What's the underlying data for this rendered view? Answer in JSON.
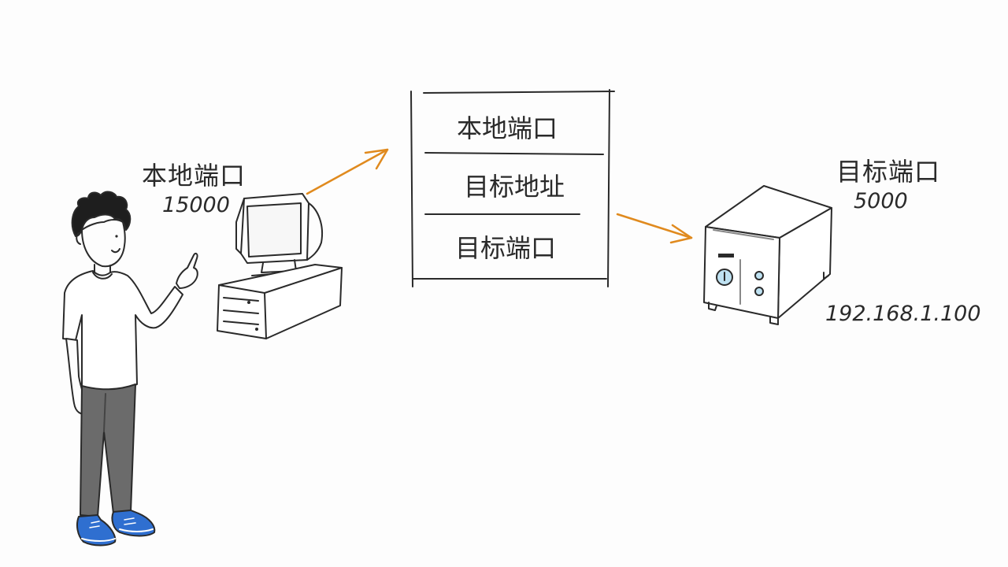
{
  "local": {
    "label": "本地端口",
    "port": "15000"
  },
  "mapping_table": {
    "rows": [
      "本地端口",
      "目标地址",
      "目标端口"
    ]
  },
  "target": {
    "port_label": "目标端口",
    "port": "5000",
    "ip": "192.168.1.100"
  },
  "colors": {
    "arrow": "#e08a1e",
    "ink": "#2a2a2a",
    "shoe": "#2f6fd0",
    "pants": "#6b6b6b",
    "server_button": "#bfe2f2"
  }
}
